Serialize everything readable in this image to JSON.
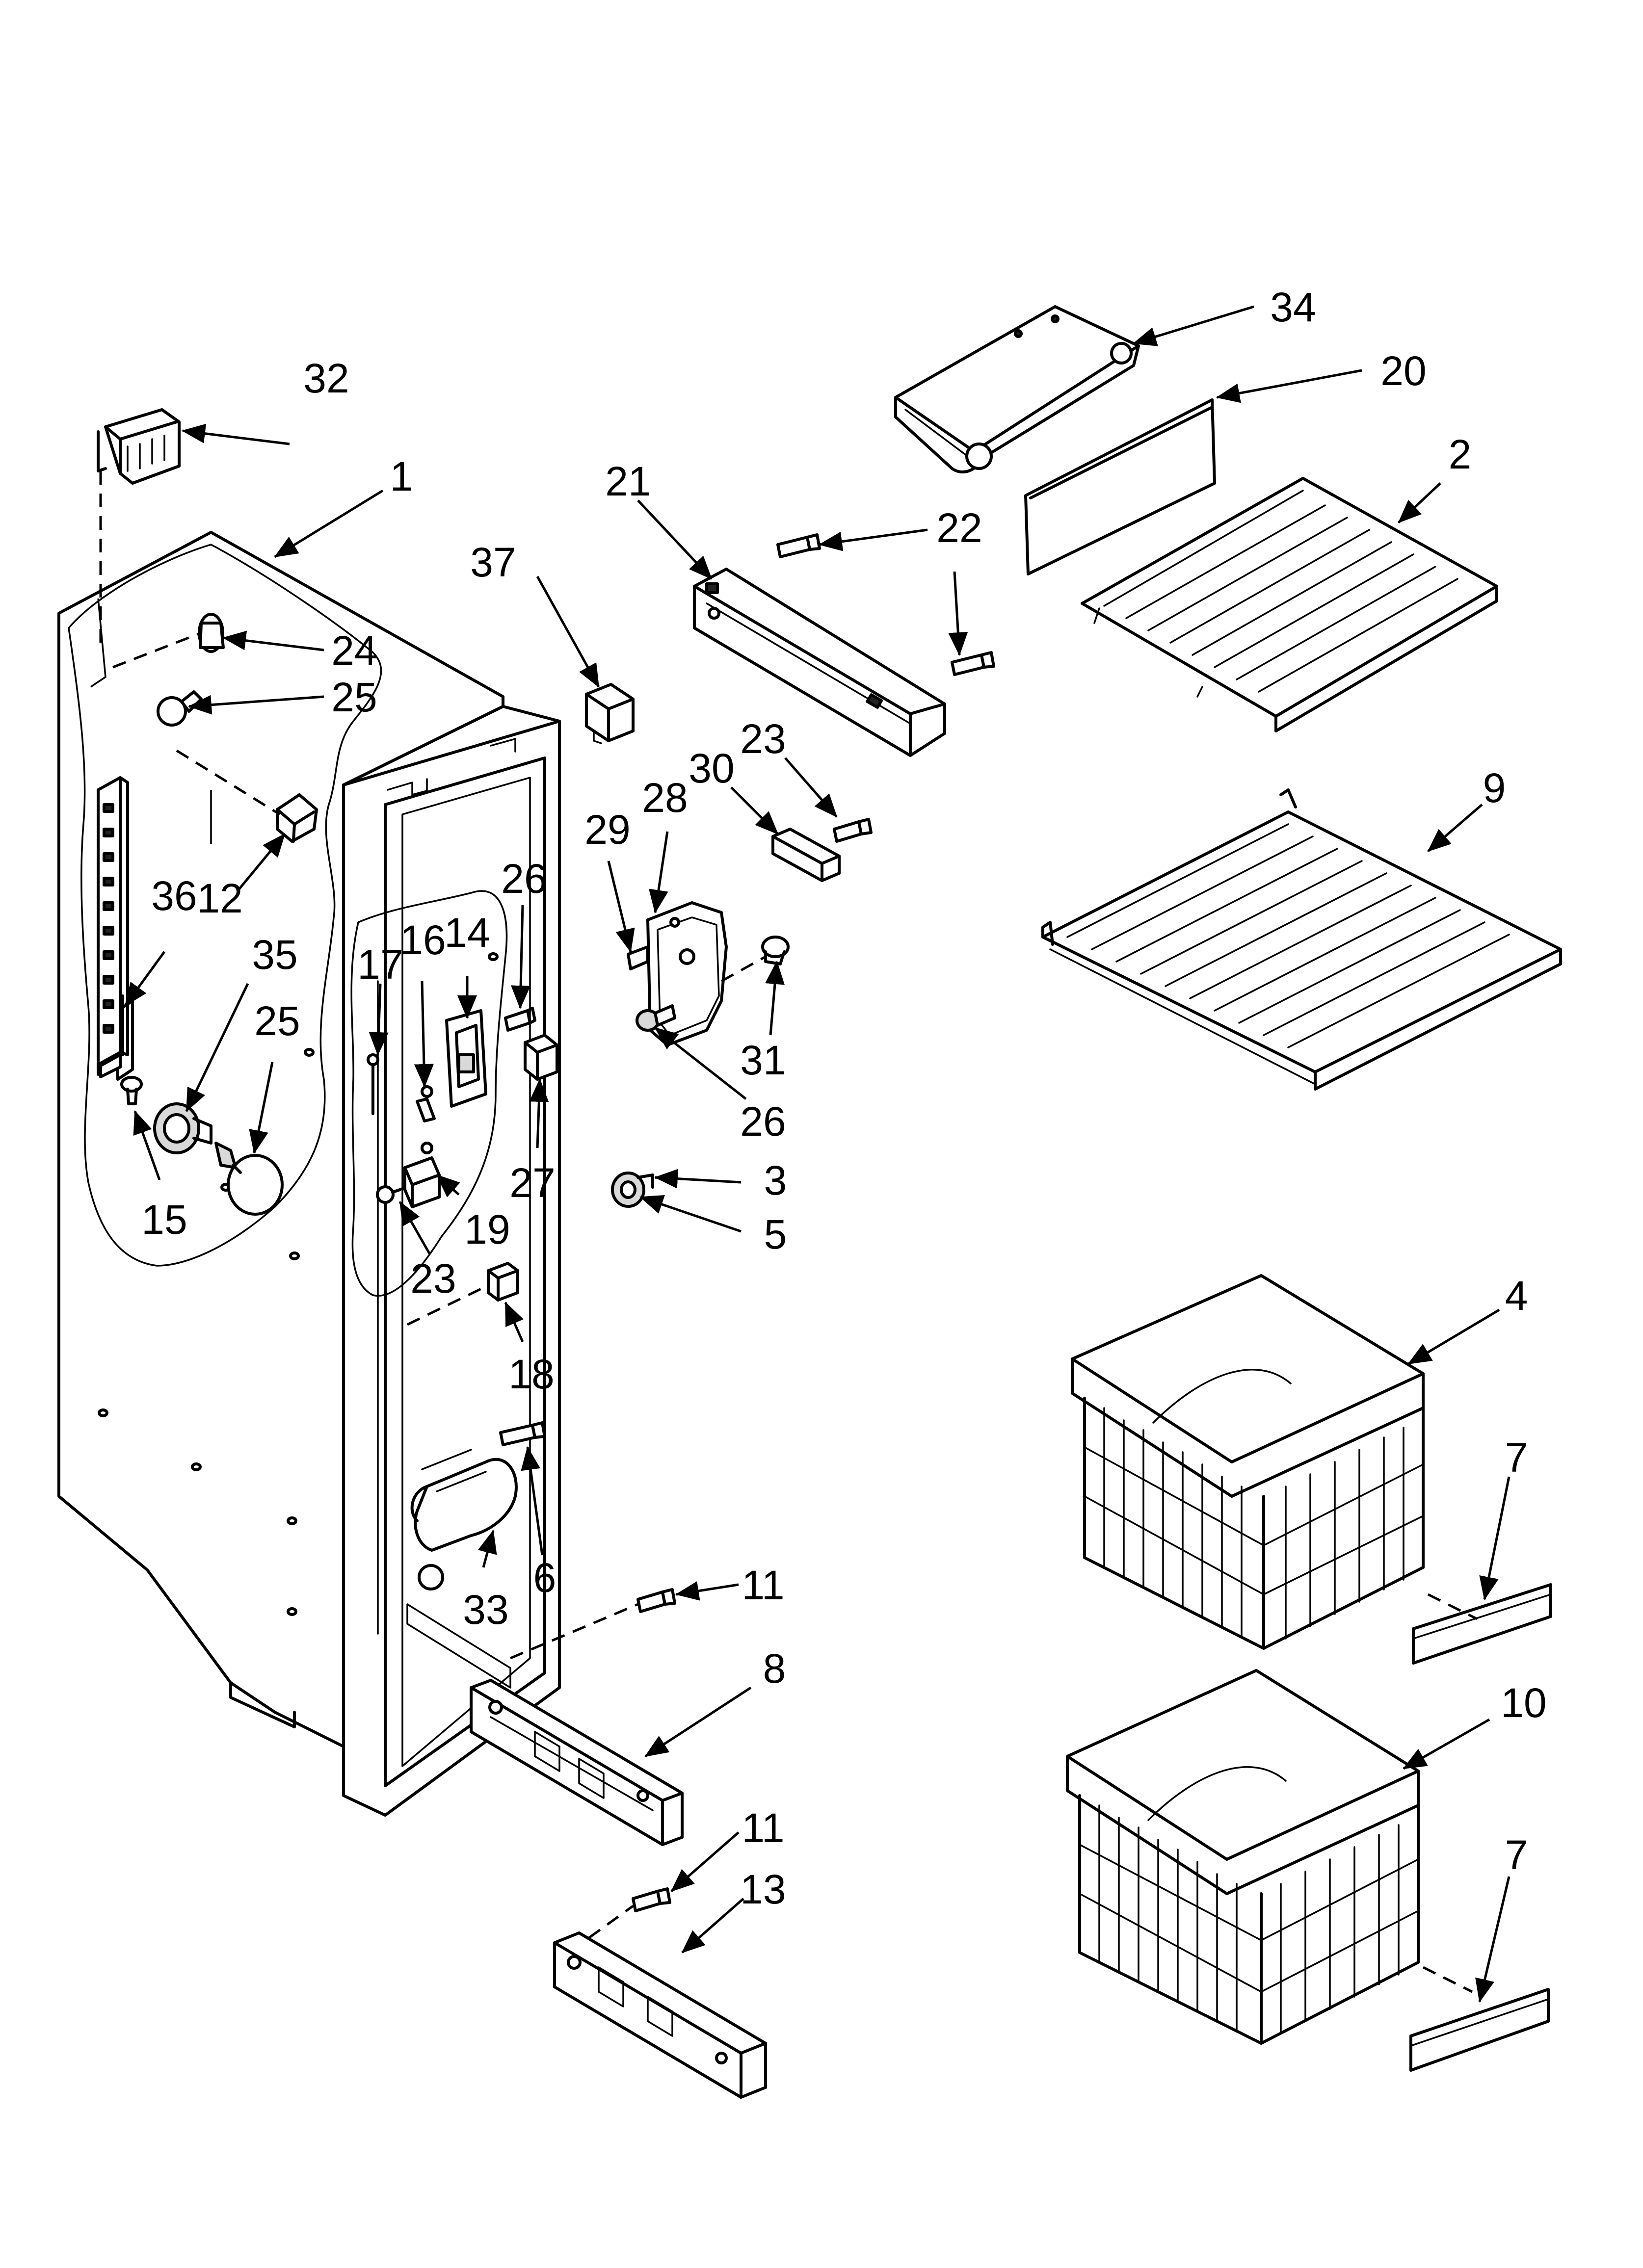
{
  "callouts": {
    "c1": "1",
    "c2": "2",
    "c3": "3",
    "c4": "4",
    "c5": "5",
    "c6": "6",
    "c7a": "7",
    "c7b": "7",
    "c8": "8",
    "c9": "9",
    "c10": "10",
    "c11a": "11",
    "c11b": "11",
    "c12": "12",
    "c13": "13",
    "c14": "14",
    "c15": "15",
    "c16": "16",
    "c17": "17",
    "c18": "18",
    "c19": "19",
    "c20": "20",
    "c21": "21",
    "c22": "22",
    "c23a": "23",
    "c23b": "23",
    "c24": "24",
    "c25a": "25",
    "c25b": "25",
    "c26a": "26",
    "c26b": "26",
    "c27": "27",
    "c28": "28",
    "c29": "29",
    "c30": "30",
    "c31": "31",
    "c32": "32",
    "c33": "33",
    "c34": "34",
    "c35": "35",
    "c36": "36",
    "c37": "37"
  }
}
